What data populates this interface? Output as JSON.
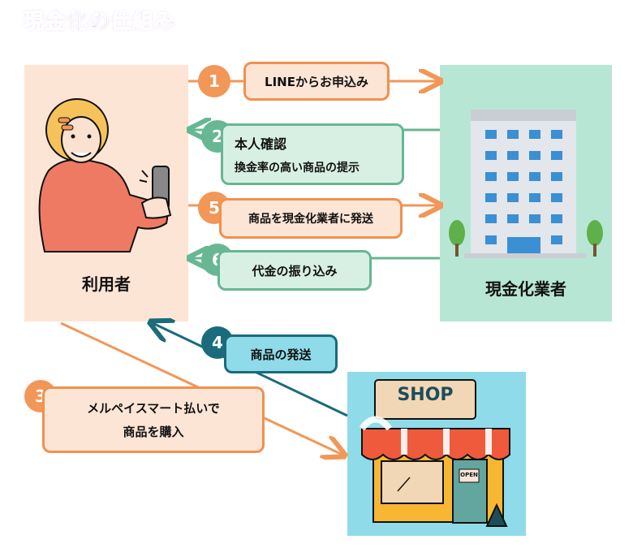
{
  "title": "現金化の仕組み",
  "user_label": "利用者",
  "business_label": "現金化業者",
  "shop_sign": "SHOP",
  "open_sign": "OPEN",
  "steps": [
    {
      "num": "1",
      "text": "LINEからお申込み"
    },
    {
      "num": "2",
      "line1": "本人確認",
      "line2": "換金率の高い商品の提示"
    },
    {
      "num": "5",
      "text": "商品を現金化業者に発送"
    },
    {
      "num": "6",
      "text": "代金の振り込み"
    },
    {
      "num": "4",
      "text": "商品の発送"
    },
    {
      "num": "3",
      "line1": "メルペイスマート払いで",
      "line2": "商品を購入"
    }
  ],
  "colors": {
    "orange": "#f29757",
    "green": "#67b792",
    "teal": "#1a6b7c",
    "title": "#b15de8"
  }
}
